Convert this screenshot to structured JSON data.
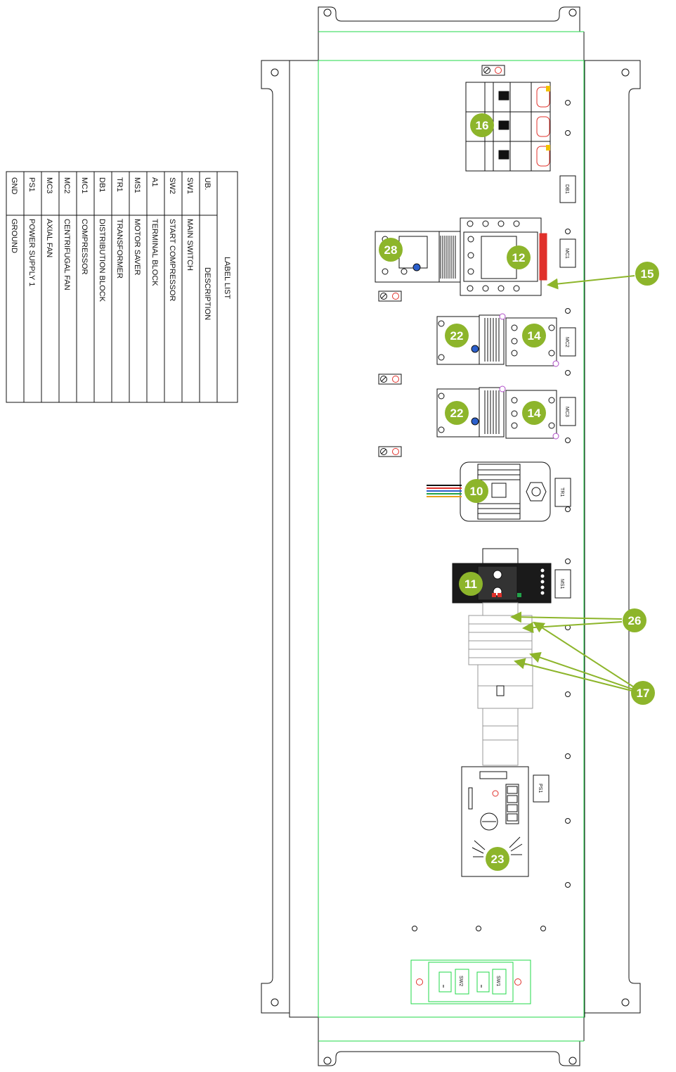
{
  "label_list": {
    "title": "LABEL LIST",
    "header_code": "UB.",
    "header_desc": "DESCRIPTION",
    "rows": [
      {
        "code": "SW1",
        "desc": "MAIN SWITCH"
      },
      {
        "code": "SW2",
        "desc": "START COMPRESSOR"
      },
      {
        "code": "A1",
        "desc": "TERMINAL BLOCK"
      },
      {
        "code": "MS1",
        "desc": "MOTOR SAVER"
      },
      {
        "code": "TR1",
        "desc": "TRANSFORMER"
      },
      {
        "code": "DB1",
        "desc": "DISTRIBUTION BLOCK"
      },
      {
        "code": "MC1",
        "desc": "COMPRESSOR"
      },
      {
        "code": "MC2",
        "desc": "CENTRIFUGAL FAN"
      },
      {
        "code": "MC3",
        "desc": "AXIAL FAN"
      },
      {
        "code": "PS1",
        "desc": "POWER SUPPLY 1"
      },
      {
        "code": "GND",
        "desc": "GROUND"
      }
    ]
  },
  "tags": {
    "db1": "DB1",
    "mc1": "MC1",
    "mc2": "MC2",
    "mc3": "MC3",
    "tr1": "TR1",
    "ms1": "MS1",
    "ps1": "PS1",
    "sw1": "SW1",
    "sw2": "SW2"
  },
  "callouts": {
    "c16": "16",
    "c28": "28",
    "c12": "12",
    "c15": "15",
    "c22a": "22",
    "c14a": "14",
    "c22b": "22",
    "c14b": "14",
    "c10": "10",
    "c11": "11",
    "c26": "26",
    "c17": "17",
    "c23": "23"
  },
  "colors": {
    "callout": "#8db52b",
    "outline": "#22d84a",
    "line": "#111111",
    "accent_red": "#e0312b"
  }
}
